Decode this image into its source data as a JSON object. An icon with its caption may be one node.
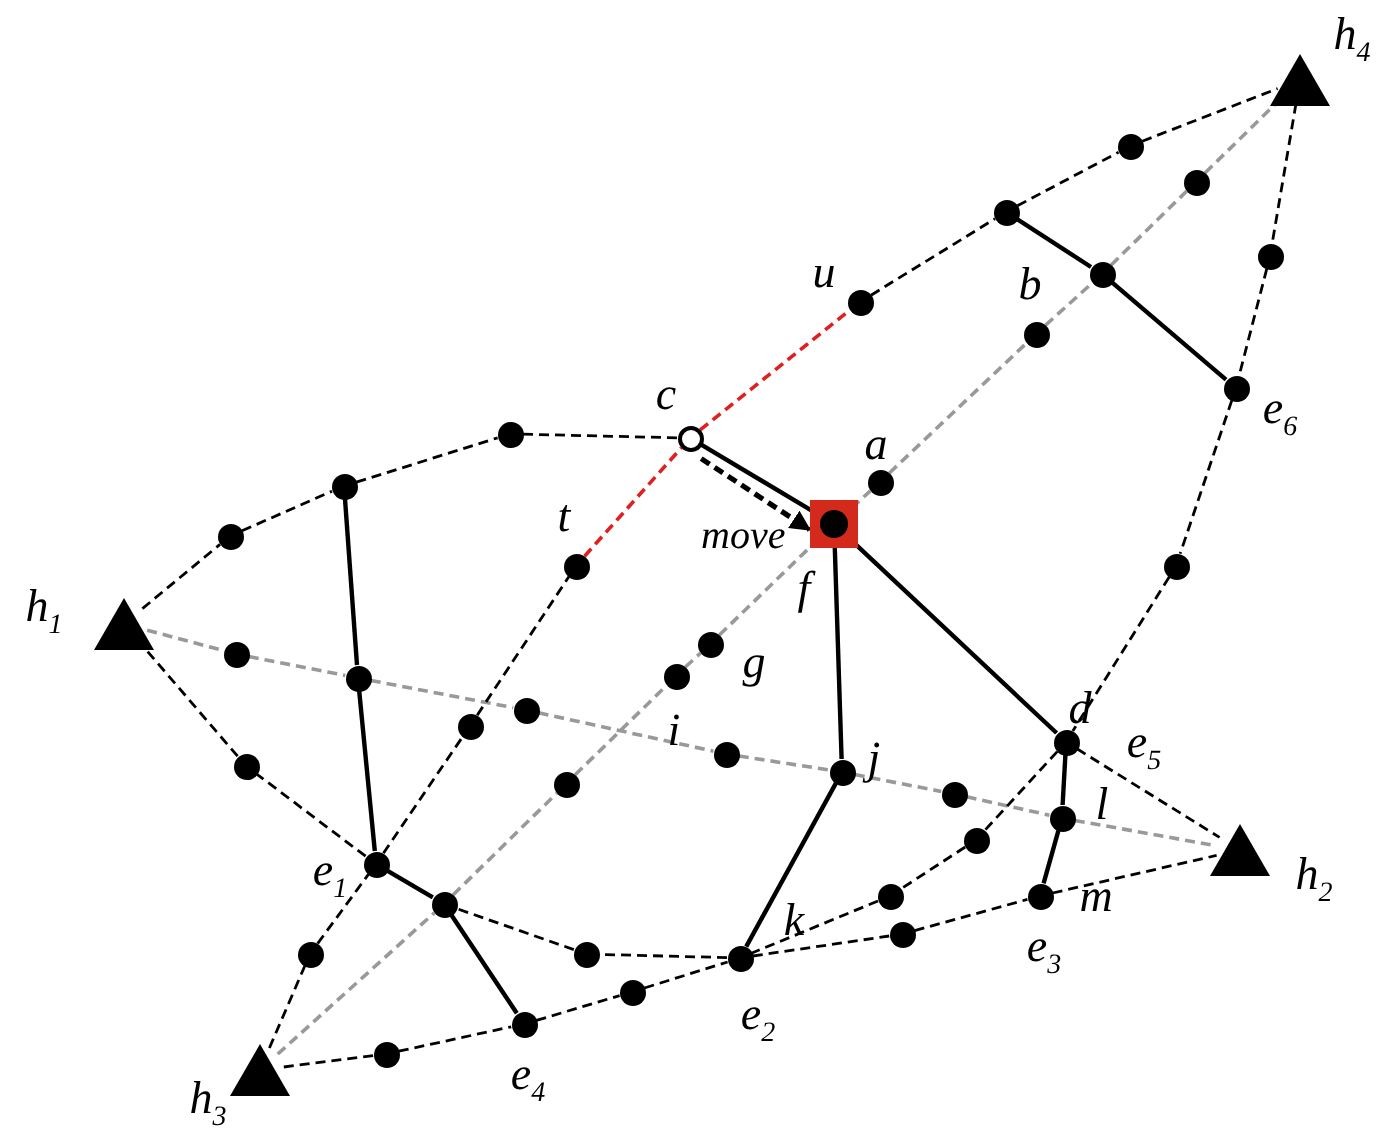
{
  "diagram": {
    "nodes": [
      {
        "text": [],
        "shape": "triangle",
        "beside": [
          "h$_{4}$"
        ]
      },
      {
        "text": [],
        "shape": "circle"
      },
      {
        "text": [],
        "shape": "circle"
      },
      {
        "text": [],
        "shape": "circle"
      },
      {
        "text": [],
        "shape": "circle"
      },
      {
        "text": [],
        "shape": "circle"
      },
      {
        "text": [],
        "shape": "circle",
        "beside": [
          "u"
        ]
      },
      {
        "text": [],
        "shape": "circle",
        "beside": [
          "b"
        ]
      },
      {
        "text": [],
        "shape": "circle",
        "beside": [
          "e$_{6}$"
        ]
      },
      {
        "text": [],
        "shape": "circle"
      },
      {
        "text": [],
        "shape": "circle",
        "beside": [
          "c"
        ]
      },
      {
        "text": [],
        "shape": "circle",
        "beside": [
          "a"
        ]
      },
      {
        "text": [],
        "shape": "circle"
      },
      {
        "text": [],
        "shape": "box",
        "beside": [
          "f"
        ]
      },
      {
        "text": [],
        "shape": "circle"
      },
      {
        "text": [],
        "shape": "circle",
        "beside": [
          "t"
        ]
      },
      {
        "text": [],
        "shape": "circle"
      },
      {
        "text": [],
        "shape": "triangle",
        "beside": [
          "h$_{1}$"
        ]
      },
      {
        "text": [],
        "shape": "circle",
        "beside": [
          "g"
        ]
      },
      {
        "text": [],
        "shape": "circle"
      },
      {
        "text": [],
        "shape": "circle"
      },
      {
        "text": [],
        "shape": "circle"
      },
      {
        "text": [],
        "shape": "circle"
      },
      {
        "text": [],
        "shape": "circle"
      },
      {
        "text": [],
        "shape": "circle",
        "beside": [
          "d",
          "e$_{5}$"
        ]
      },
      {
        "text": [],
        "shape": "circle",
        "beside": [
          "i"
        ]
      },
      {
        "text": [],
        "shape": "circle"
      },
      {
        "text": [],
        "shape": "circle",
        "beside": [
          "j"
        ]
      },
      {
        "text": [],
        "shape": "circle"
      },
      {
        "text": [],
        "shape": "circle"
      },
      {
        "text": [],
        "shape": "circle",
        "beside": [
          "l"
        ]
      },
      {
        "text": [],
        "shape": "circle"
      },
      {
        "text": [],
        "shape": "triangle",
        "beside": [
          "h$_{2}$"
        ]
      },
      {
        "text": [],
        "shape": "circle",
        "beside": [
          "e$_{1}$"
        ]
      },
      {
        "text": [],
        "shape": "circle"
      },
      {
        "text": [],
        "shape": "circle",
        "beside": [
          "m",
          "e$_{3}$"
        ]
      },
      {
        "text": [],
        "shape": "circle"
      },
      {
        "text": [],
        "shape": "circle"
      },
      {
        "text": [],
        "shape": "circle"
      },
      {
        "text": [],
        "shape": "circle"
      },
      {
        "text": [],
        "shape": "circle",
        "beside": [
          "k",
          "e$_{2}$"
        ]
      },
      {
        "text": [],
        "shape": "circle"
      },
      {
        "text": [],
        "shape": "circle",
        "beside": [
          "e$_{4}$"
        ]
      },
      {
        "text": [],
        "shape": "circle"
      },
      {
        "text": [],
        "shape": "triangle",
        "beside": [
          "h$_{3}$"
        ]
      }
    ],
    "edges": [
      {
        "from": 17,
        "to": 19,
        "arrow": "none",
        "style": "dashed",
        "color": "#999999"
      },
      {
        "from": 19,
        "to": 21,
        "arrow": "none",
        "style": "dashed",
        "color": "#999999"
      },
      {
        "from": 21,
        "to": 22,
        "arrow": "none",
        "style": "dashed",
        "color": "#999999"
      },
      {
        "from": 22,
        "to": 25,
        "arrow": "none",
        "style": "dashed",
        "color": "#999999"
      },
      {
        "from": 25,
        "to": 27,
        "arrow": "none",
        "style": "dashed",
        "color": "#999999"
      },
      {
        "from": 27,
        "to": 29,
        "arrow": "none",
        "style": "dashed",
        "color": "#999999"
      },
      {
        "from": 29,
        "to": 30,
        "arrow": "none",
        "style": "dashed",
        "color": "#999999"
      },
      {
        "from": 30,
        "to": 32,
        "arrow": "none",
        "style": "dashed",
        "color": "#999999"
      },
      {
        "from": 44,
        "to": 36,
        "arrow": "none",
        "style": "dashed",
        "color": "#999999"
      },
      {
        "from": 36,
        "to": 28,
        "arrow": "none",
        "style": "dashed",
        "color": "#999999"
      },
      {
        "from": 28,
        "to": 20,
        "arrow": "none",
        "style": "dashed",
        "color": "#999999"
      },
      {
        "from": 20,
        "to": 18,
        "arrow": "none",
        "style": "dashed",
        "color": "#999999"
      },
      {
        "from": 18,
        "to": 13,
        "arrow": "none",
        "style": "dashed",
        "color": "#999999"
      },
      {
        "from": 13,
        "to": 11,
        "arrow": "none",
        "style": "dashed",
        "color": "#999999"
      },
      {
        "from": 11,
        "to": 7,
        "arrow": "none",
        "style": "dashed",
        "color": "#999999"
      },
      {
        "from": 7,
        "to": 5,
        "arrow": "none",
        "style": "dashed",
        "color": "#999999"
      },
      {
        "from": 5,
        "to": 2,
        "arrow": "none",
        "style": "dashed",
        "color": "#999999"
      },
      {
        "from": 2,
        "to": 0,
        "arrow": "none",
        "style": "dashed",
        "color": "#999999"
      },
      {
        "from": 17,
        "to": 14,
        "arrow": "none",
        "style": "dashed"
      },
      {
        "from": 14,
        "to": 12,
        "arrow": "none",
        "style": "dashed"
      },
      {
        "from": 12,
        "to": 9,
        "arrow": "none",
        "style": "dashed"
      },
      {
        "from": 9,
        "to": 10,
        "arrow": "none",
        "style": "dashed"
      },
      {
        "from": 44,
        "to": 38,
        "arrow": "none",
        "style": "dashed"
      },
      {
        "from": 38,
        "to": 33,
        "arrow": "none",
        "style": "dashed"
      },
      {
        "from": 33,
        "to": 23,
        "arrow": "none",
        "style": "dashed"
      },
      {
        "from": 23,
        "to": 15,
        "arrow": "none",
        "style": "dashed"
      },
      {
        "from": 15,
        "to": 10,
        "arrow": "none",
        "style": "dashed",
        "color": "#e02020"
      },
      {
        "from": 10,
        "to": 6,
        "arrow": "none",
        "style": "dashed",
        "color": "#e02020"
      },
      {
        "from": 6,
        "to": 3,
        "arrow": "none",
        "style": "dashed"
      },
      {
        "from": 3,
        "to": 1,
        "arrow": "none",
        "style": "dashed"
      },
      {
        "from": 1,
        "to": 0,
        "arrow": "none",
        "style": "dashed"
      },
      {
        "from": 0,
        "to": 4,
        "arrow": "none",
        "style": "dashed"
      },
      {
        "from": 4,
        "to": 8,
        "arrow": "none",
        "style": "dashed"
      },
      {
        "from": 8,
        "to": 16,
        "arrow": "none",
        "style": "dashed"
      },
      {
        "from": 16,
        "to": 24,
        "arrow": "none",
        "style": "dashed"
      },
      {
        "from": 24,
        "to": 31,
        "arrow": "none",
        "style": "dashed"
      },
      {
        "from": 31,
        "to": 34,
        "arrow": "none",
        "style": "dashed"
      },
      {
        "from": 34,
        "to": 40,
        "arrow": "none",
        "style": "dashed"
      },
      {
        "from": 40,
        "to": 39,
        "arrow": "none",
        "style": "dashed"
      },
      {
        "from": 39,
        "to": 36,
        "arrow": "none",
        "style": "dashed"
      },
      {
        "from": 33,
        "to": 26,
        "arrow": "none",
        "style": "dashed"
      },
      {
        "from": 26,
        "to": 17,
        "arrow": "none",
        "style": "dashed"
      },
      {
        "from": 44,
        "to": 43,
        "arrow": "none",
        "style": "dashed"
      },
      {
        "from": 43,
        "to": 42,
        "arrow": "none",
        "style": "dashed"
      },
      {
        "from": 42,
        "to": 41,
        "arrow": "none",
        "style": "dashed"
      },
      {
        "from": 41,
        "to": 40,
        "arrow": "none",
        "style": "dashed"
      },
      {
        "from": 40,
        "to": 37,
        "arrow": "none",
        "style": "dashed"
      },
      {
        "from": 37,
        "to": 35,
        "arrow": "none",
        "style": "dashed"
      },
      {
        "from": 35,
        "to": 32,
        "arrow": "none",
        "style": "dashed"
      },
      {
        "from": 24,
        "to": 32,
        "arrow": "none",
        "style": "dashed"
      },
      {
        "from": 3,
        "to": 5,
        "arrow": "none"
      },
      {
        "from": 5,
        "to": 8,
        "arrow": "none"
      },
      {
        "from": 12,
        "to": 21,
        "arrow": "none"
      },
      {
        "from": 21,
        "to": 33,
        "arrow": "none"
      },
      {
        "from": 33,
        "to": 36,
        "arrow": "none"
      },
      {
        "from": 36,
        "to": 42,
        "arrow": "none"
      },
      {
        "from": 10,
        "to": 13,
        "arrow": "none"
      },
      {
        "from": 13,
        "to": 24,
        "arrow": "none"
      },
      {
        "from": 13,
        "to": 27,
        "arrow": "none"
      },
      {
        "from": 27,
        "to": 40,
        "arrow": "none"
      },
      {
        "from": 24,
        "to": 30,
        "arrow": "none"
      },
      {
        "from": 30,
        "to": 35,
        "arrow": "none"
      },
      {
        "from": 10,
        "to": 13,
        "arrow": "to",
        "label": "move",
        "style": "dashed"
      }
    ]
  }
}
